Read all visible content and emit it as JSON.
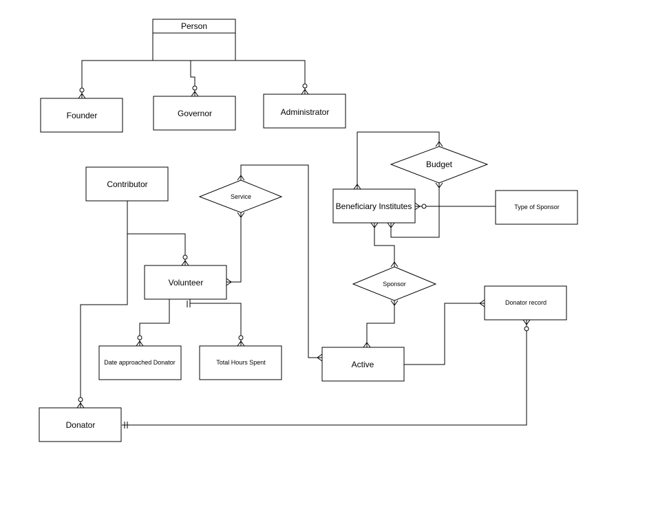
{
  "diagram": {
    "entities": {
      "person": "Person",
      "founder": "Founder",
      "governor": "Governor",
      "administrator": "Administrator",
      "contributor": "Contributor",
      "volunteer": "Volunteer",
      "date_approached_donator": "Date approached Donator",
      "total_hours_spent": "Total Hours Spent",
      "donator": "Donator",
      "beneficiary_institutes": "Beneficiary Institutes",
      "type_of_sponsor": "Type of Sponsor",
      "donator_record": "Donator record",
      "active": "Active"
    },
    "relationships": {
      "service": "Service",
      "budget": "Budget",
      "sponsor": "Sponsor"
    }
  }
}
